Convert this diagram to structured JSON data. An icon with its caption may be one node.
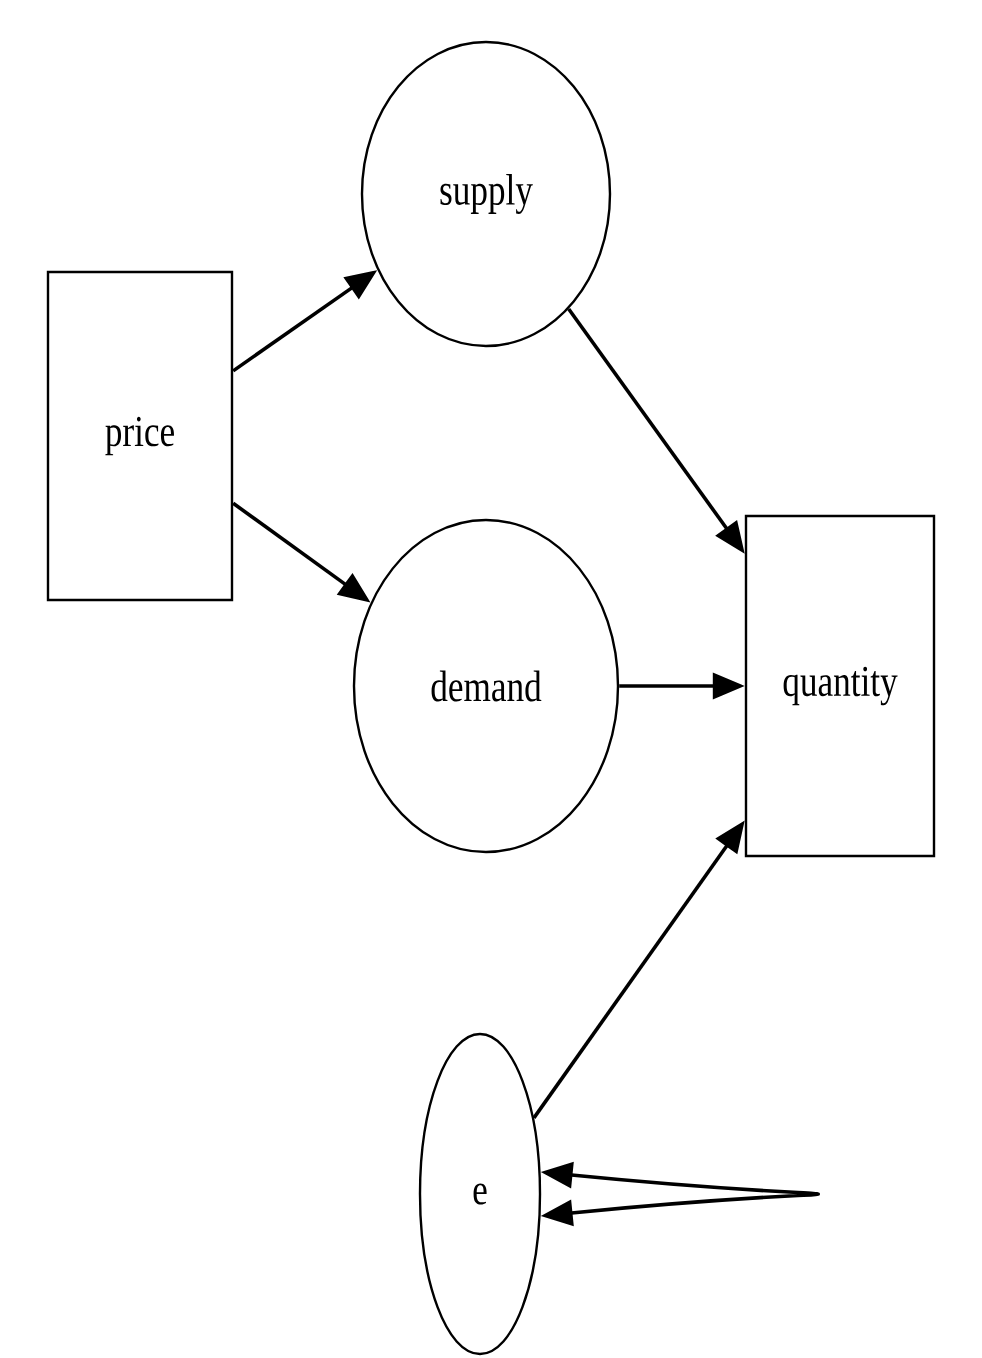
{
  "diagram": {
    "nodes": [
      {
        "text": [
          "price"
        ]
      },
      {
        "text": [
          "supply"
        ]
      },
      {
        "text": [
          "demand"
        ]
      },
      {
        "text": [
          "quantity"
        ]
      },
      {
        "text": [
          "e"
        ]
      }
    ],
    "edges": [
      {
        "from": 0,
        "to": 1,
        "arrow": "to"
      },
      {
        "from": 0,
        "to": 2,
        "arrow": "to"
      },
      {
        "from": 1,
        "to": 3,
        "arrow": "to"
      },
      {
        "from": 2,
        "to": 3,
        "arrow": "to"
      },
      {
        "from": 4,
        "to": 3,
        "arrow": "to"
      },
      {
        "from": 4,
        "to": 4,
        "arrow": "both"
      }
    ]
  }
}
